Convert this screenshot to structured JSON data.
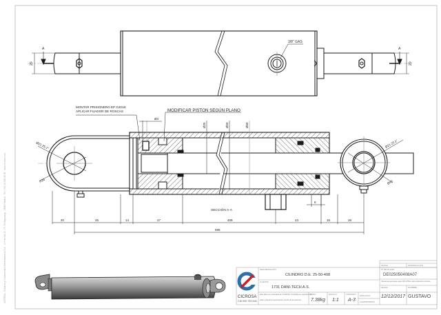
{
  "sheet": {
    "side_strip_text": "CICROSA - Cilindros y Componentes Oleohidráulicos S.A. · C/ Parcela 22 - P.I. El Mayorazgo · 28009 Madrid · Tel. (+34) 91 000 00 00 · www.cicrosa.com"
  },
  "top_view": {
    "port_label": "3/8\" GAS",
    "section_mark_left": "A",
    "section_mark_right": "A",
    "height_dim_left": "20",
    "height_dim_right": "20"
  },
  "section_view": {
    "note_1_line_1": "MONTAR PRISIONERO EP G2016:",
    "note_1_line_2": "APLICAR FIJADOR DE ROSCAS",
    "note_2": "MODIFICAR PISTON SEGÚN PLANO",
    "dim_phi_small": "Ø3",
    "dim_rod": "Ø25",
    "dim_bore": "Ø50",
    "dim_outer": "Ø60",
    "dim_eye_left": "Ø21 25.1°",
    "dim_radius_left": "R26",
    "dim_eye_right": "Ø21 25.1°",
    "dim_radius_right": "Ø45",
    "dim_8": "8",
    "section_title": "SECCIÓN A-A",
    "chain_dims": [
      "20",
      "45",
      "14",
      "47",
      "408",
      "43",
      "15",
      "26"
    ],
    "overall_dim": "695"
  },
  "title_block": {
    "company": "CICROSA",
    "company_sub": "CM 000 TECNIC",
    "denominacion_label": "DENOMINACIÓN",
    "denominacion": "CILINDRO D.E. 25-50-408",
    "cliente_label": "CLIENTE",
    "cliente": "1731   DANI-TECH A.S.",
    "legal_line_1": "Este plano es propiedad de CICROSA. Prohibida su reproducción",
    "legal_line_2": "total o parcial sin autorización escrita de la empresa.",
    "peso_label": "PESO",
    "peso": "7.38kg",
    "escala_label": "ESCALA",
    "escala": "1:1",
    "formato_label": "FORMATO",
    "formato": "A-3",
    "dibujado_label": "DIBUJADO",
    "comprobado_label": "COMPROBADO",
    "fecha_label": "FECHA",
    "fecha": "12/12/2017",
    "nombre_label": "NOMBRE",
    "nombre": "GUSTAVO",
    "plano_label": "Nº DE PLANO",
    "plano": "DE025050408A07",
    "rev_label_1": "FECHA",
    "rev_label_2": "MODIFICACIÓN",
    "tolerance_note": "Tolerancias generales según ISO 2768-m salvo indicación contraria"
  },
  "colors": {
    "line": "#1a1a1a",
    "frame": "#bdbdbd",
    "hatch": "#333333",
    "center_line": "#9a9a9a",
    "logo_blue": "#2f6fa8",
    "logo_red": "#c8202a"
  }
}
